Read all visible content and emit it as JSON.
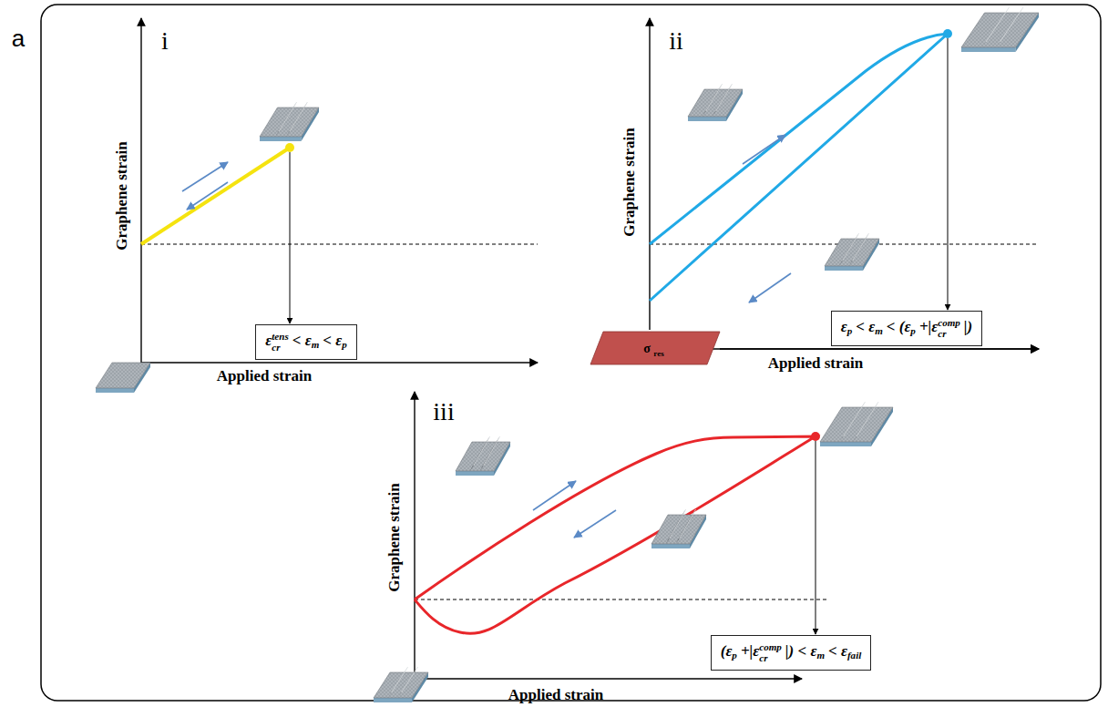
{
  "diagram": {
    "nodes": [
      {
        "text": [
          "ε",
          "cr",
          "tens",
          "< ε",
          "m",
          "< ε",
          "p"
        ]
      },
      {
        "text": [
          "ε",
          "p",
          "< ε",
          "m",
          "< (ε",
          "p",
          "+|ε",
          "cr",
          "comp",
          "|)"
        ]
      },
      {
        "text": [
          "(ε",
          "p",
          "+|ε",
          "cr",
          "comp",
          "|) < ε",
          "m",
          "< ε",
          "fail"
        ]
      }
    ],
    "labels": [
      "a",
      "i",
      "ii",
      "iii",
      "Graphene strain",
      "Graphene strain",
      "Graphene strain",
      "Applied strain",
      "Applied strain",
      "Applied strain",
      "σ",
      "res"
    ]
  }
}
